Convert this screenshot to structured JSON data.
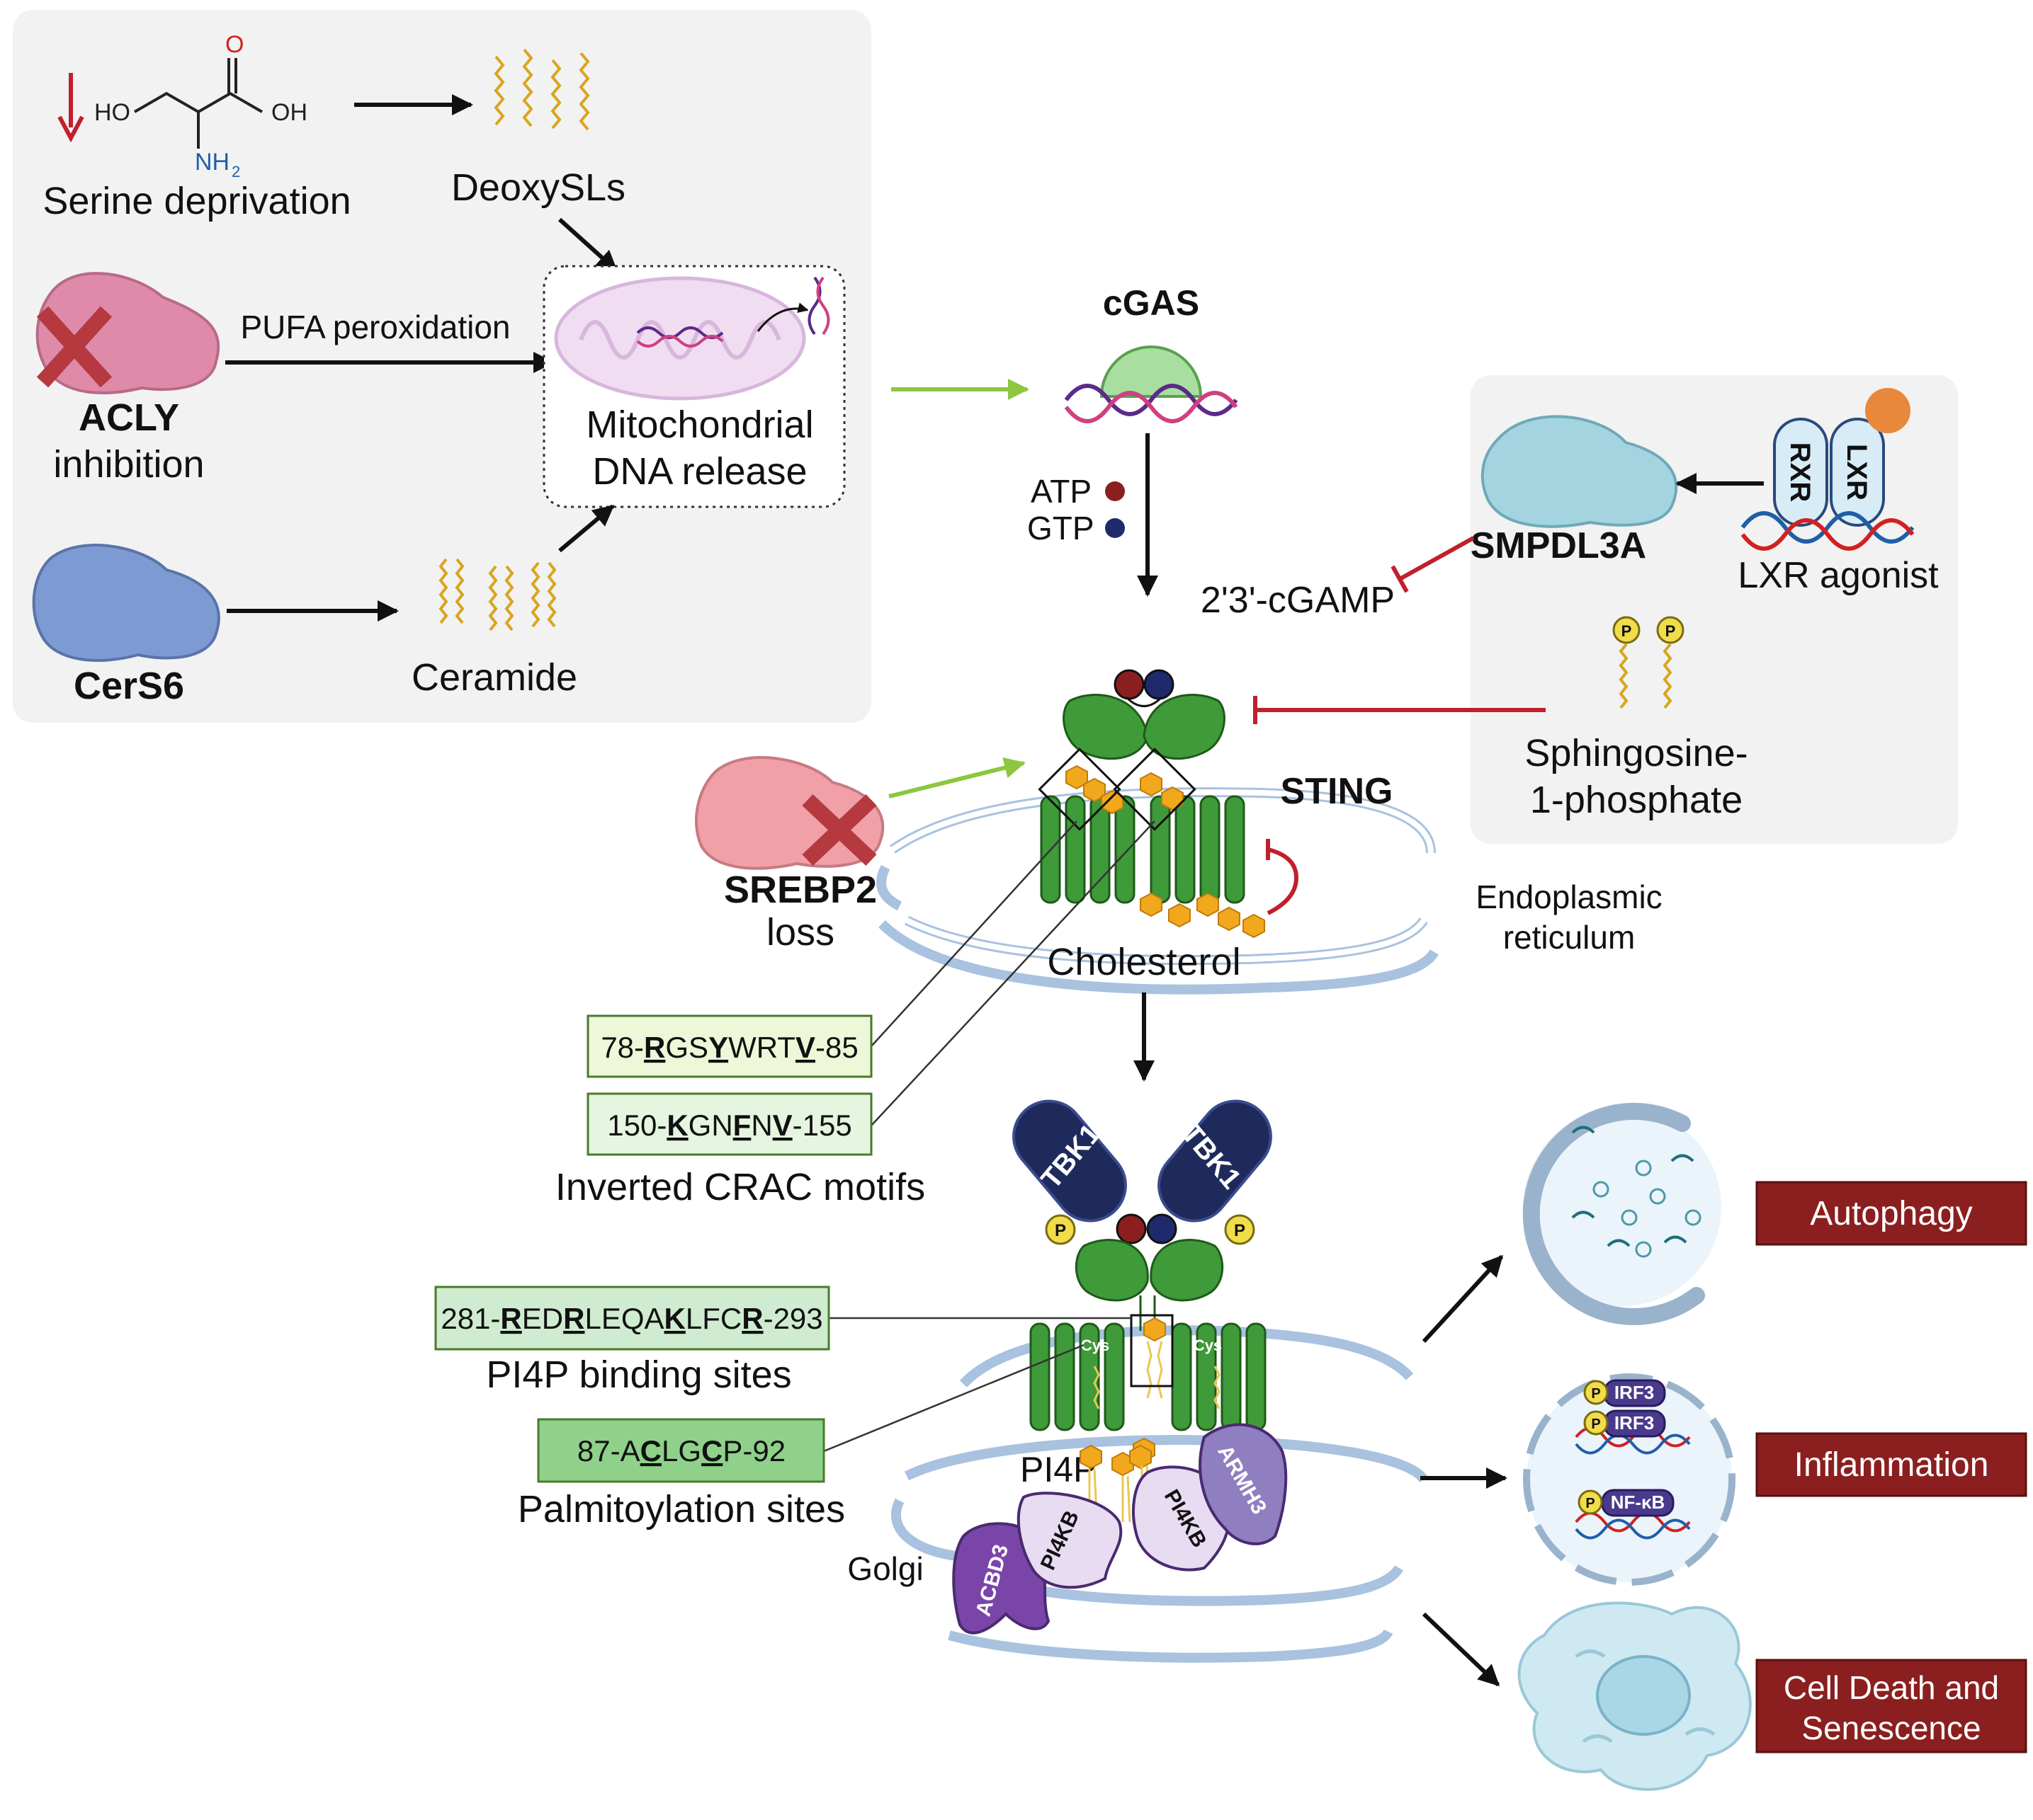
{
  "top_panel": {
    "serine": {
      "ho": "HO",
      "o": "O",
      "oh": "OH",
      "nh": "NH",
      "sub2": "2",
      "label": "Serine deprivation"
    },
    "deoxysls": "DeoxySLs",
    "pufa": "PUFA peroxidation",
    "acly": {
      "name": "ACLY",
      "line2": "inhibition"
    },
    "mito": {
      "line1": "Mitochondrial",
      "line2": "DNA release"
    },
    "cers6": "CerS6",
    "ceramide": "Ceramide"
  },
  "cgas": {
    "name": "cGAS",
    "atp": "ATP",
    "gtp": "GTP",
    "product": "2'3'-cGAMP"
  },
  "right_panel": {
    "smpdl3a": "SMPDL3A",
    "rxr": "RXR",
    "lxr": "LXR",
    "lxr_agonist": "LXR agonist",
    "p": "P",
    "s1p_line1": "Sphingosine-",
    "s1p_line2": "1-phosphate"
  },
  "sting": {
    "name": "STING",
    "srebp2": "SREBP2",
    "srebp2_line2": "loss",
    "er_line1": "Endoplasmic",
    "er_line2": "reticulum",
    "cholesterol": "Cholesterol"
  },
  "motifs": {
    "m1": {
      "a": "78-",
      "b": "R",
      "c": "GS",
      "d": "Y",
      "e": "WRT",
      "f": "V",
      "g": "-85"
    },
    "m2": {
      "a": "150-",
      "b": "K",
      "c": "GN",
      "d": "F",
      "e": "N",
      "f": "V",
      "g": "-155"
    },
    "crac_label": "Inverted CRAC motifs",
    "pi4p_sites": {
      "a": "281-",
      "b": "R",
      "c": "ED",
      "d": "R",
      "e": "LEQA",
      "f": "K",
      "g": "LFC",
      "h": "R",
      "i": "-293"
    },
    "pi4p_label": "PI4P binding sites",
    "palm": {
      "a": "87-A",
      "b": "C",
      "c": "LG",
      "d": "C",
      "e": "P-92"
    },
    "palm_label": "Palmitoylation sites"
  },
  "golgi": {
    "tbk1": "TBK1",
    "cys": "Cys",
    "pi4p": "PI4P",
    "pi4kb": "PI4KB",
    "acbd3": "ACBD3",
    "armh3": "ARMH3",
    "golgi_label": "Golgi"
  },
  "outcomes": {
    "autophagy": "Autophagy",
    "inflammation": "Inflammation",
    "irf3": "IRF3",
    "nfkb": "NF-κB",
    "death_line1": "Cell Death and",
    "death_line2": "Senescence"
  },
  "colors": {
    "panel_bg": "#f2f2f2",
    "sting_green": "#2e8b2e",
    "inhibit_red": "#c0202b",
    "activate_green": "#8dc63f",
    "outcome_box": "#8b1f1f",
    "tbk1_navy": "#1f2a5c",
    "lipid_gold": "#d9a520"
  }
}
